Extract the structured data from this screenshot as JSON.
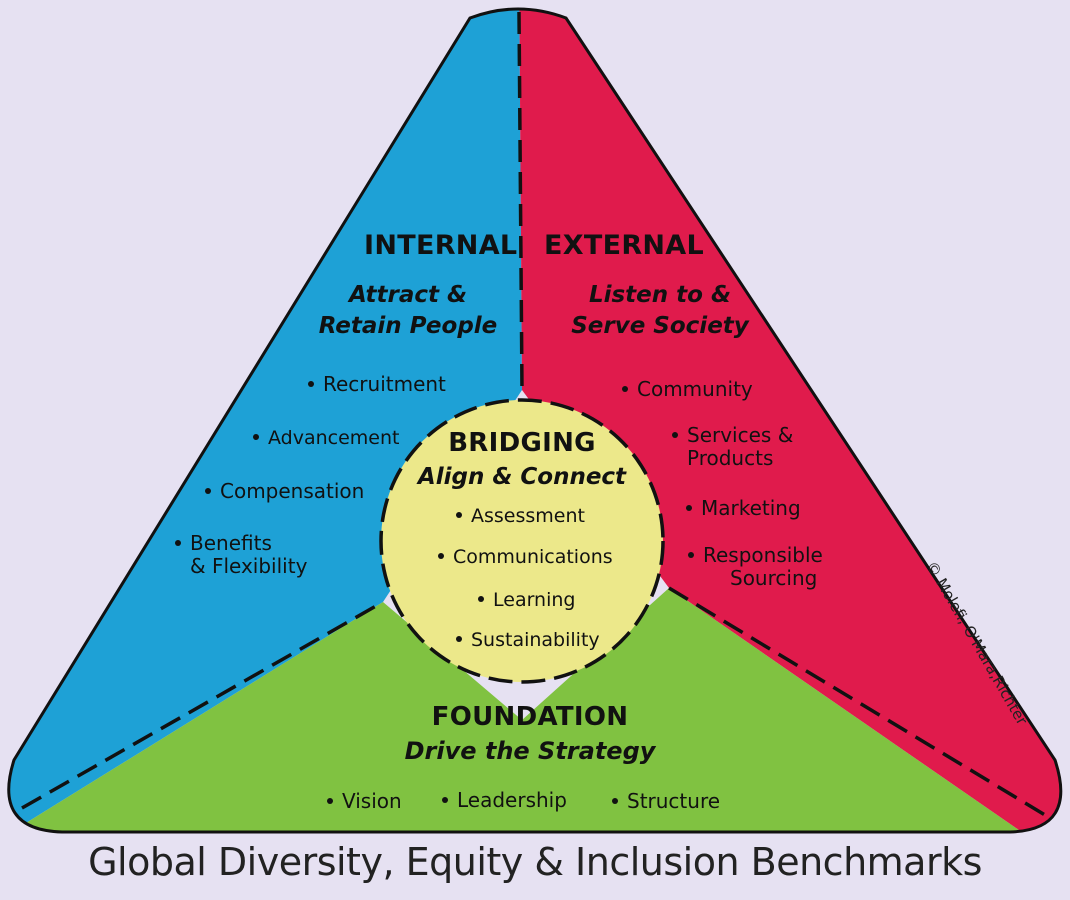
{
  "diagram": {
    "colors": {
      "background": "#e6e1f2",
      "internal": "#1ea1d6",
      "external": "#e01b4c",
      "foundation": "#80c241",
      "bridging": "#ece88a"
    },
    "internal": {
      "heading": "INTERNAL",
      "subtitle_line1": "Attract &",
      "subtitle_line2": "Retain People",
      "items": [
        "Recruitment",
        "Advancement",
        "Compensation",
        "Benefits",
        "& Flexibility"
      ]
    },
    "external": {
      "heading": "EXTERNAL",
      "subtitle_line1": "Listen to &",
      "subtitle_line2": "Serve Society",
      "items": [
        "Community",
        "Services &",
        "Products",
        "Marketing",
        "Responsible",
        "Sourcing"
      ]
    },
    "bridging": {
      "heading": "BRIDGING",
      "subtitle": "Align & Connect",
      "items": [
        "Assessment",
        "Communications",
        "Learning",
        "Sustainability"
      ]
    },
    "foundation": {
      "heading": "FOUNDATION",
      "subtitle": "Drive the Strategy",
      "items": [
        "Vision",
        "Leadership",
        "Structure"
      ]
    },
    "copyright": "© Molefi, O'Mara,Richter",
    "title": "Global Diversity, Equity & Inclusion Benchmarks"
  }
}
